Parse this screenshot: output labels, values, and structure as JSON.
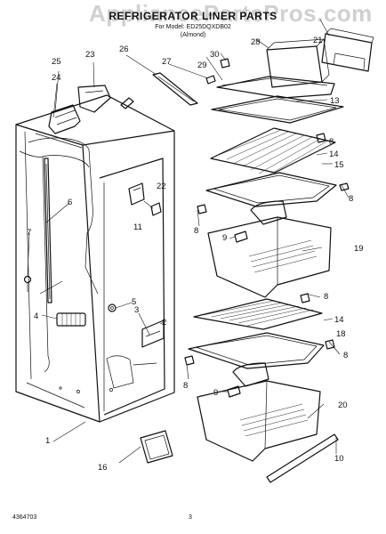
{
  "header": {
    "watermark": "AppliancePartsPros.com",
    "title": "REFRIGERATOR LINER PARTS",
    "model_line": "For Model: ED25DQXDB02",
    "variant_line": "(Almond)"
  },
  "footer": {
    "document_number": "4364703",
    "page_number": "3"
  },
  "callouts": [
    "1",
    "2",
    "3",
    "4",
    "5",
    "6",
    "7",
    "8",
    "9",
    "10",
    "11",
    "13",
    "14",
    "15",
    "16",
    "18",
    "19",
    "20",
    "21",
    "22",
    "23",
    "24",
    "25",
    "26",
    "27",
    "28",
    "29",
    "30"
  ]
}
